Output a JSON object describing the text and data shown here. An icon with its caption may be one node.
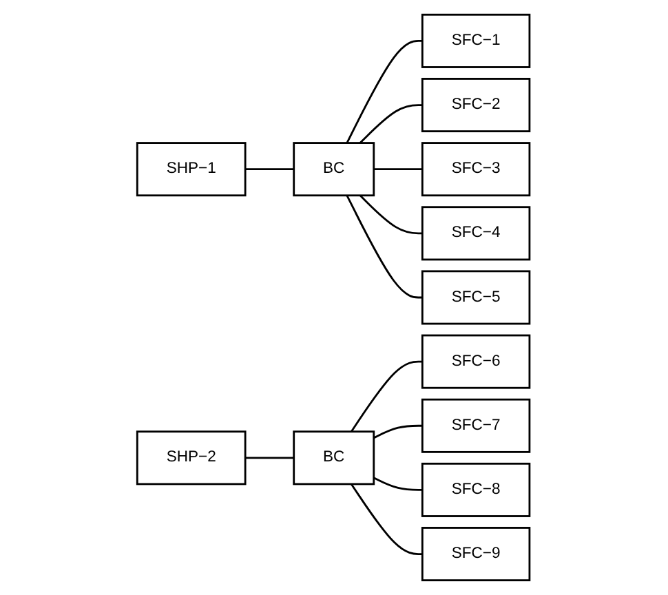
{
  "diagram": {
    "nodes": [
      {
        "text": [
          "SHP−1"
        ]
      },
      {
        "text": [
          "BC"
        ]
      },
      {
        "text": [
          "SFC−1"
        ]
      },
      {
        "text": [
          "SFC−2"
        ]
      },
      {
        "text": [
          "SFC−3"
        ]
      },
      {
        "text": [
          "SFC−4"
        ]
      },
      {
        "text": [
          "SFC−5"
        ]
      },
      {
        "text": [
          "SHP−2"
        ]
      },
      {
        "text": [
          "BC"
        ]
      },
      {
        "text": [
          "SFC−6"
        ]
      },
      {
        "text": [
          "SFC−7"
        ]
      },
      {
        "text": [
          "SFC−8"
        ]
      },
      {
        "text": [
          "SFC−9"
        ]
      }
    ],
    "edges": [
      {
        "from": 0,
        "to": 1,
        "arrow": "none"
      },
      {
        "from": 1,
        "to": 2,
        "arrow": "none"
      },
      {
        "from": 1,
        "to": 3,
        "arrow": "none"
      },
      {
        "from": 1,
        "to": 4,
        "arrow": "none"
      },
      {
        "from": 1,
        "to": 5,
        "arrow": "none"
      },
      {
        "from": 1,
        "to": 6,
        "arrow": "none"
      },
      {
        "from": 7,
        "to": 8,
        "arrow": "none"
      },
      {
        "from": 8,
        "to": 9,
        "arrow": "none"
      },
      {
        "from": 8,
        "to": 10,
        "arrow": "none"
      },
      {
        "from": 8,
        "to": 11,
        "arrow": "none"
      },
      {
        "from": 8,
        "to": 12,
        "arrow": "none"
      }
    ]
  }
}
